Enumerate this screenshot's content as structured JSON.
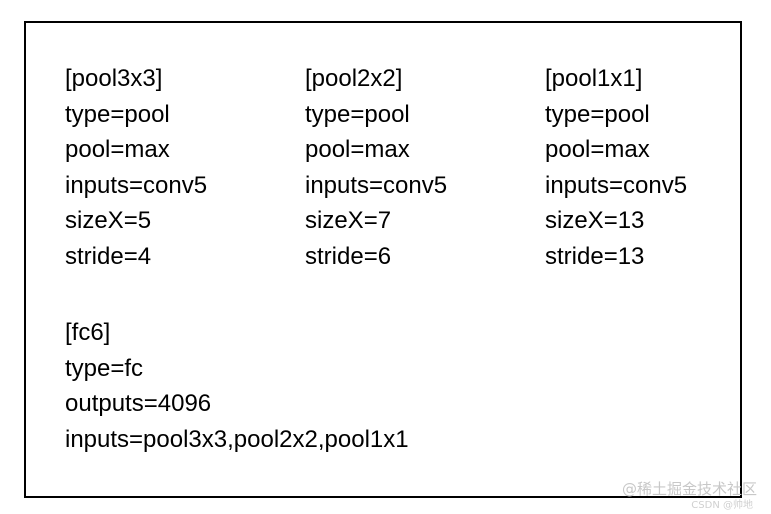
{
  "sections": {
    "pool3x3": {
      "header": "[pool3x3]",
      "lines": [
        "type=pool",
        "pool=max",
        "inputs=conv5",
        "sizeX=5",
        "stride=4"
      ]
    },
    "pool2x2": {
      "header": "[pool2x2]",
      "lines": [
        "type=pool",
        "pool=max",
        "inputs=conv5",
        "sizeX=7",
        "stride=6"
      ]
    },
    "pool1x1": {
      "header": "[pool1x1]",
      "lines": [
        "type=pool",
        "pool=max",
        "inputs=conv5",
        "sizeX=13",
        "stride=13"
      ]
    },
    "fc6": {
      "header": "[fc6]",
      "lines": [
        "type=fc",
        "outputs=4096",
        "inputs=pool3x3,pool2x2,pool1x1"
      ]
    }
  },
  "watermark": {
    "main": "@稀土掘金技术社区",
    "sub": "CSDN @帅地"
  }
}
